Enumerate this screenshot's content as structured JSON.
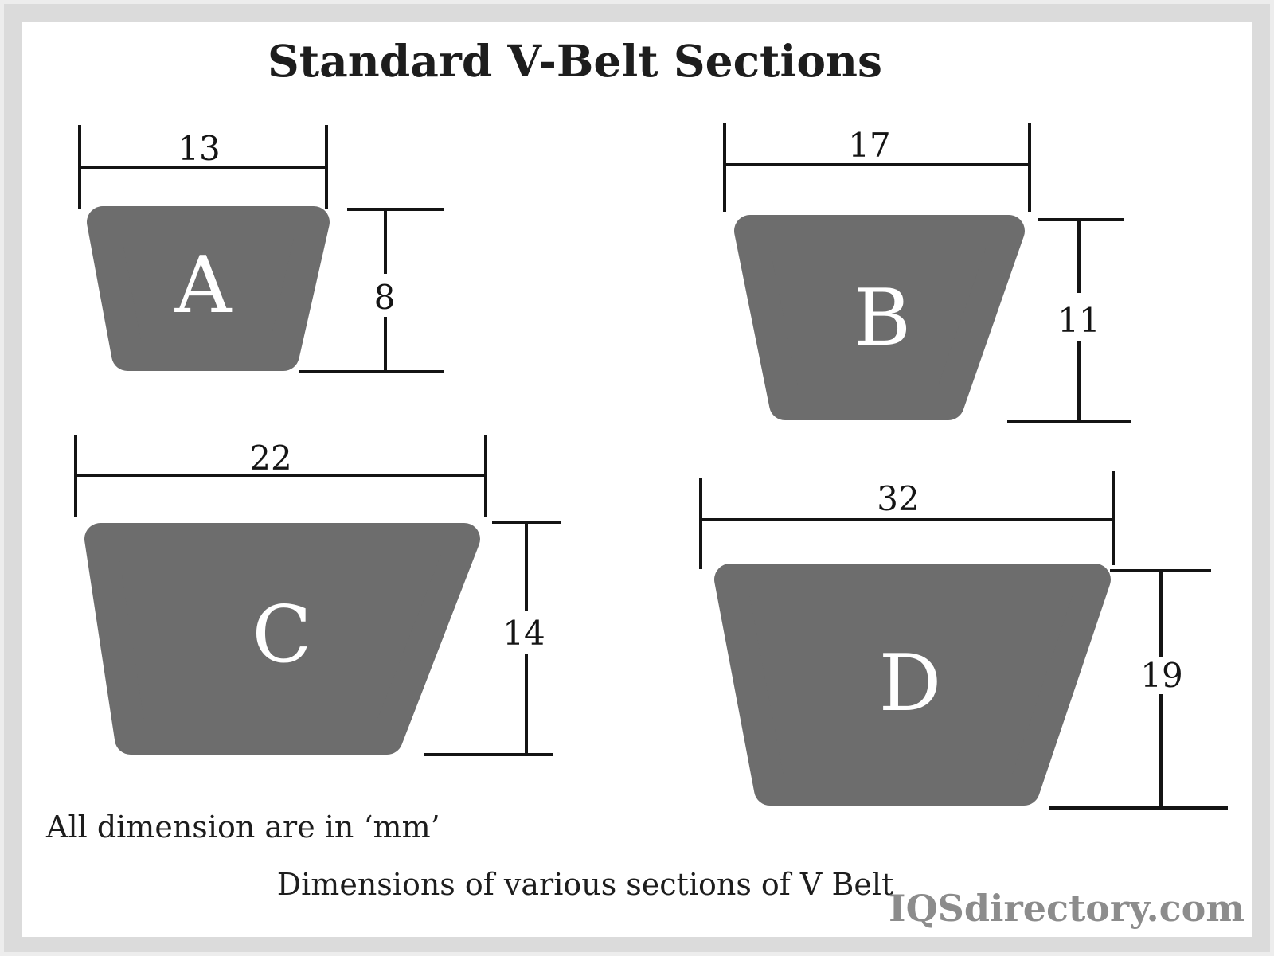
{
  "title": "Standard V-Belt Sections",
  "sections": [
    {
      "label": "A",
      "top_width_mm": "13",
      "height_mm": "8"
    },
    {
      "label": "B",
      "top_width_mm": "17",
      "height_mm": "11"
    },
    {
      "label": "C",
      "top_width_mm": "22",
      "height_mm": "14"
    },
    {
      "label": "D",
      "top_width_mm": "32",
      "height_mm": "19"
    }
  ],
  "note": "All dimension are in ‘mm’",
  "caption": "Dimensions of various sections of V Belt",
  "watermark": "IQSdirectory.com",
  "units": "mm",
  "colors": {
    "belt": "#6d6d6d",
    "dimension_line": "#141414",
    "section_letter": "#ffffff",
    "frame": "#dbdbdb",
    "background": "#ffffff",
    "watermark": "#8c8c8c",
    "title_text": "#1d1d1d"
  }
}
